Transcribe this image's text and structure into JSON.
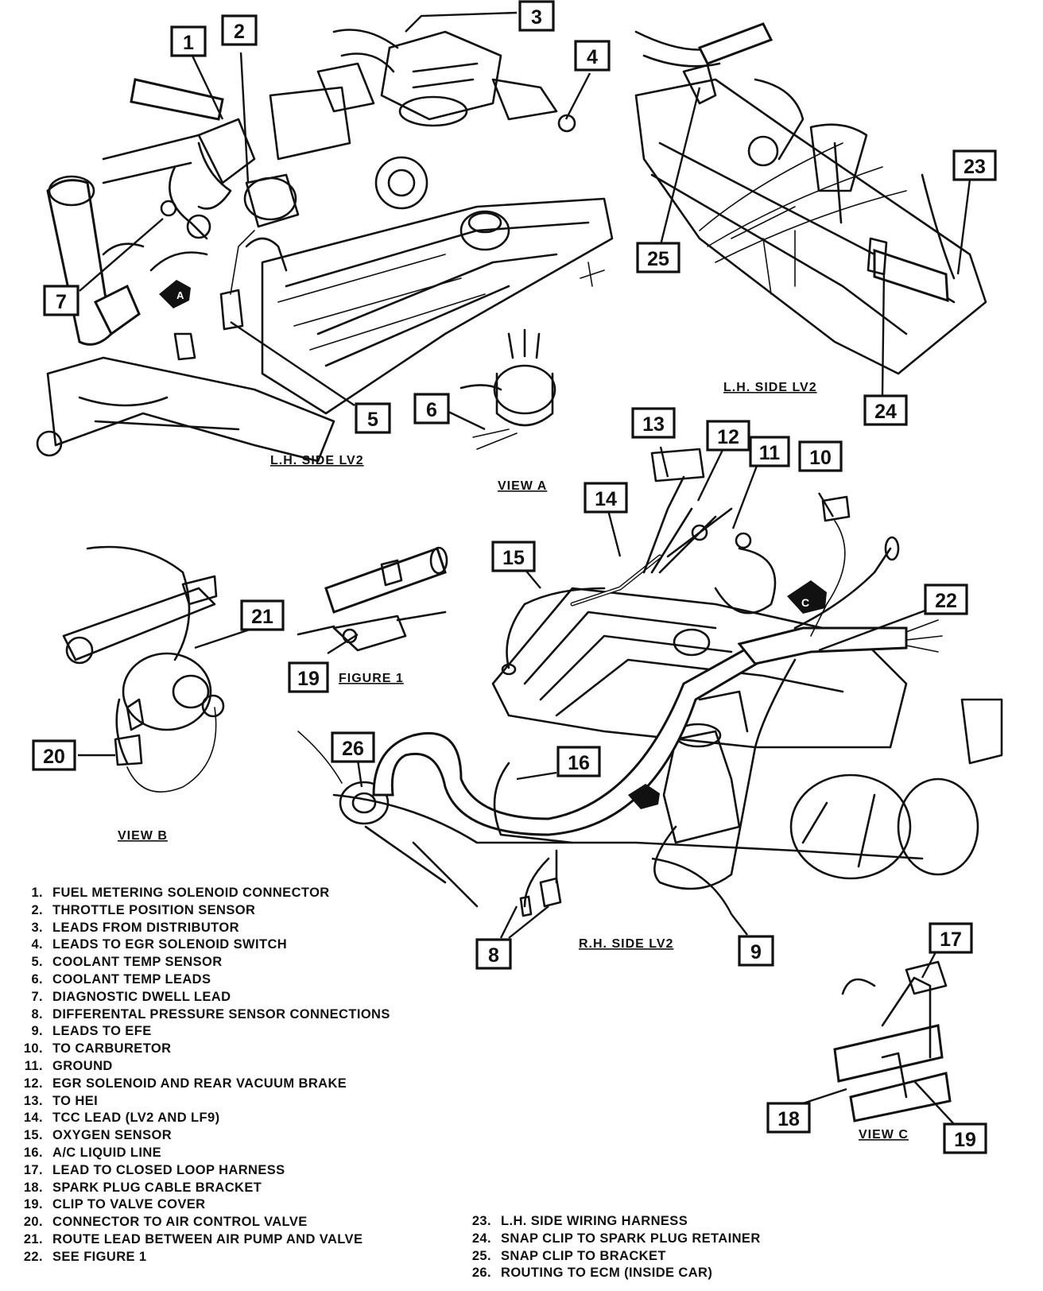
{
  "captions": {
    "lh_side_main": "L.H. SIDE LV2",
    "lh_side_top_right": "L.H. SIDE LV2",
    "view_a": "VIEW A",
    "view_b": "VIEW B",
    "figure_1": "FIGURE 1",
    "rh_side": "R.H. SIDE LV2",
    "view_c": "VIEW C"
  },
  "view_markers": {
    "a": "A",
    "c": "C"
  },
  "callouts": [
    "1",
    "2",
    "3",
    "4",
    "5",
    "6",
    "7",
    "8",
    "9",
    "10",
    "11",
    "12",
    "13",
    "14",
    "15",
    "16",
    "17",
    "18",
    "19",
    "19",
    "20",
    "21",
    "22",
    "23",
    "24",
    "25",
    "26"
  ],
  "legend": [
    {
      "num": "1.",
      "text": "FUEL METERING SOLENOID CONNECTOR"
    },
    {
      "num": "2.",
      "text": "THROTTLE POSITION SENSOR"
    },
    {
      "num": "3.",
      "text": "LEADS FROM DISTRIBUTOR"
    },
    {
      "num": "4.",
      "text": "LEADS TO EGR SOLENOID SWITCH"
    },
    {
      "num": "5.",
      "text": "COOLANT TEMP SENSOR"
    },
    {
      "num": "6.",
      "text": "COOLANT TEMP LEADS"
    },
    {
      "num": "7.",
      "text": "DIAGNOSTIC DWELL LEAD"
    },
    {
      "num": "8.",
      "text": "DIFFERENTAL PRESSURE SENSOR CONNECTIONS"
    },
    {
      "num": "9.",
      "text": "LEADS TO EFE"
    },
    {
      "num": "10.",
      "text": "TO CARBURETOR"
    },
    {
      "num": "11.",
      "text": "GROUND"
    },
    {
      "num": "12.",
      "text": "EGR SOLENOID AND REAR VACUUM BRAKE"
    },
    {
      "num": "13.",
      "text": "TO HEI"
    },
    {
      "num": "14.",
      "text": "TCC LEAD (LV2 AND LF9)"
    },
    {
      "num": "15.",
      "text": "OXYGEN SENSOR"
    },
    {
      "num": "16.",
      "text": "A/C LIQUID LINE"
    },
    {
      "num": "17.",
      "text": "LEAD TO CLOSED LOOP HARNESS"
    },
    {
      "num": "18.",
      "text": "SPARK PLUG CABLE BRACKET"
    },
    {
      "num": "19.",
      "text": "CLIP TO VALVE COVER"
    },
    {
      "num": "20.",
      "text": "CONNECTOR TO AIR CONTROL VALVE"
    },
    {
      "num": "21.",
      "text": "ROUTE LEAD BETWEEN AIR PUMP AND VALVE"
    },
    {
      "num": "22.",
      "text": "SEE FIGURE 1"
    },
    {
      "num": "23.",
      "text": "L.H. SIDE WIRING HARNESS"
    },
    {
      "num": "24.",
      "text": "SNAP CLIP TO SPARK PLUG RETAINER"
    },
    {
      "num": "25.",
      "text": "SNAP CLIP TO BRACKET"
    },
    {
      "num": "26.",
      "text": "ROUTING TO ECM (INSIDE CAR)"
    }
  ]
}
